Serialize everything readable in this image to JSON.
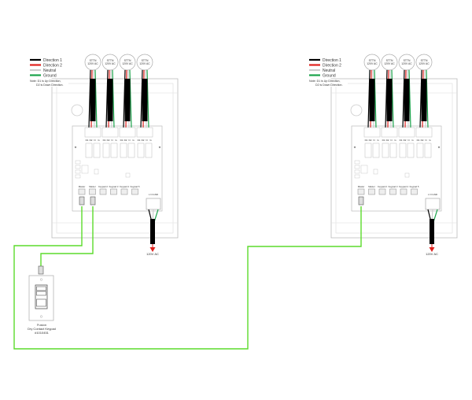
{
  "legend": {
    "items": [
      {
        "label": "Direction 1",
        "color": "#000000"
      },
      {
        "label": "Direction 2",
        "color": "#e0201c"
      },
      {
        "label": "Neutral",
        "color": "#cccccc"
      },
      {
        "label": "Ground",
        "color": "#1aa34a"
      }
    ],
    "note_line1": "Note: D1 is Up Direction,",
    "note_line2": "D2 is Down Direction."
  },
  "motor": {
    "line1": "STTN",
    "line2": "120V AC"
  },
  "terminal_labels": [
    "D1",
    "D2",
    "N",
    "G"
  ],
  "port_labels": [
    "Master",
    "Master",
    "Keypad 2",
    "Keypad 3",
    "Keypad 4",
    "Keypad 5"
  ],
  "power_terminal_label": "L  N  GND",
  "power_label": "120V AC",
  "keypad": {
    "line1": "Fusion",
    "line2": "Dry Contact Keypad",
    "line3": "#1010451"
  },
  "colors": {
    "link_wire": "#5bdc2b",
    "power_arrow": "#e0201c"
  }
}
